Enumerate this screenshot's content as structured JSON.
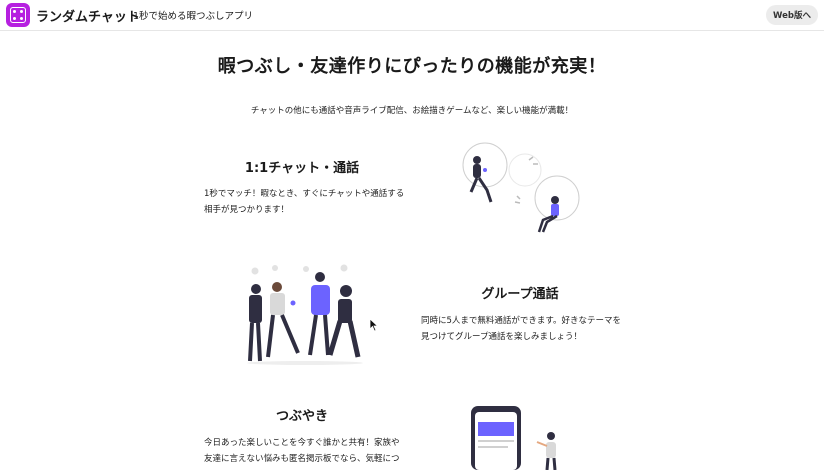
{
  "header": {
    "app_name": "ランダムチャット",
    "tagline": "1秒で始める暇つぶしアプリ",
    "web_button": "Web版へ"
  },
  "hero": {
    "title": "暇つぶし・友達作りにぴったりの機能が充実！",
    "subtitle": "チャットの他にも通話や音声ライブ配信、お絵描きゲームなど、楽しい機能が満載！"
  },
  "features": [
    {
      "title": "1:1チャット・通話",
      "desc_line1": "1秒でマッチ！暇なとき、すぐにチャットや通話する",
      "desc_line2": "相手が見つかります！"
    },
    {
      "title": "グループ通話",
      "desc_line1": "同時に5人まで無料通話ができます。好きなテーマを",
      "desc_line2": "見つけてグループ通話を楽しみましょう！"
    },
    {
      "title": "つぶやき",
      "desc_line1": "今日あった楽しいことを今すぐ誰かと共有！家族や",
      "desc_line2": "友達に言えない悩みも匿名掲示板でなら、気軽につ"
    }
  ],
  "colors": {
    "brand": "#b620e0",
    "accent": "#6c63ff"
  },
  "icons": {
    "logo": "dice-icon",
    "cursor": "mouse-cursor-icon"
  }
}
